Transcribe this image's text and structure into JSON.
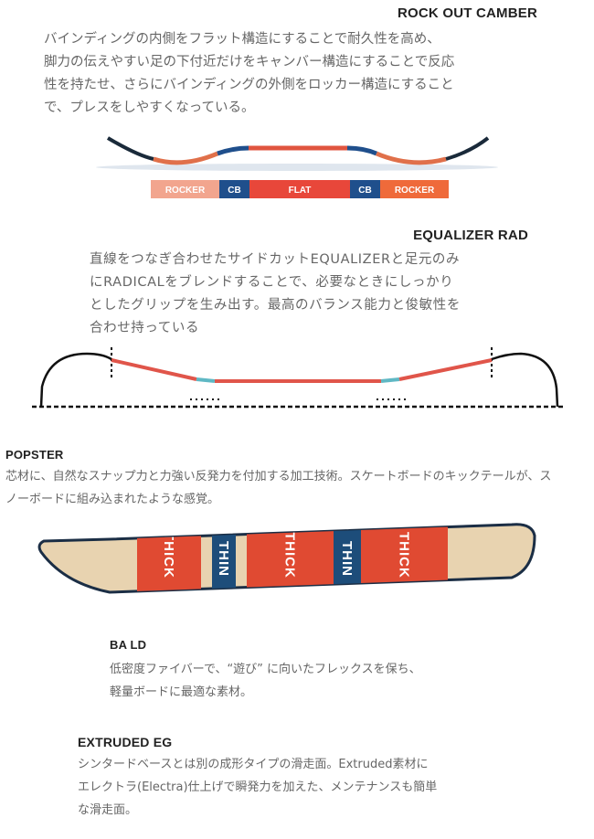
{
  "rock_out_camber": {
    "title": "ROCK OUT CAMBER",
    "lines": [
      "バインディングの内側をフラット構造にすることで耐久性を高め、",
      "脚力の伝えやすい足の下付近だけをキャンバー構造にすることで反応",
      "性を持たせ、さらにバインディングの外側をロッカー構造にすること",
      "で、プレスをしやすくなっている。"
    ],
    "segments": [
      {
        "label": "ROCKER",
        "color": "#f2a58e"
      },
      {
        "label": "CB",
        "color": "#1f4f8c"
      },
      {
        "label": "FLAT",
        "color": "#e8473a"
      },
      {
        "label": "CB",
        "color": "#1f4f8c"
      },
      {
        "label": "ROCKER",
        "color": "#ef6a3a"
      }
    ]
  },
  "equalizer_rad": {
    "title": "EQUALIZER RAD",
    "lines": [
      "直線をつなぎ合わせたサイドカットEQUALIZERと足元のみ",
      "にRADICALをブレンドすることで、必要なときにしっかり",
      "としたグリップを生み出す。最高のバランス能力と俊敏性を",
      "合わせ持っている"
    ],
    "colors": {
      "straight": "#e0554a",
      "radial": "#5fb8c4"
    }
  },
  "popster": {
    "title": "POPSTER",
    "lines": [
      "芯材に、自然なスナップ力と力強い反発力を付加する加工技術。スケートボードのキックテールが、ス",
      "ノーボードに組み込まれたような感覚。"
    ],
    "zones": [
      "THICK",
      "THIN",
      "THICK",
      "THIN",
      "THICK"
    ],
    "colors": {
      "thick": "#e04a32",
      "thin": "#1d4d7a",
      "wood": "#e8d3b0"
    }
  },
  "bald": {
    "title": "BA LD",
    "lines": [
      "低密度ファイバーで、“遊び” に向いたフレックスを保ち、",
      "軽量ボードに最適な素材。"
    ]
  },
  "extruded_eg": {
    "title": "EXTRUDED EG",
    "lines": [
      "シンタードベースとは別の成形タイプの滑走面。Extruded素材に",
      "エレクトラ(Electra)仕上げで瞬発力を加えた、メンテナンスも簡単",
      "な滑走面。"
    ]
  }
}
